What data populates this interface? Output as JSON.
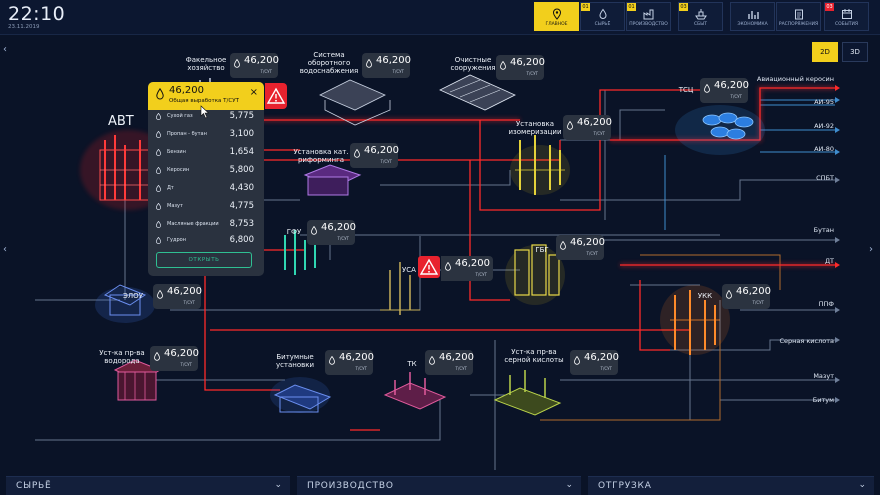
{
  "header": {
    "time": "22:10",
    "date": "23.11.2019"
  },
  "nav": [
    {
      "label": "ГЛАВНОЕ",
      "badge": "",
      "icon": "map-pin-icon",
      "active": true
    },
    {
      "label": "СЫРЬЁ",
      "badge": "01",
      "icon": "drop-icon",
      "active": false
    },
    {
      "label": "ПРОИЗВОДСТВО",
      "badge": "01",
      "icon": "factory-icon",
      "active": false
    },
    {
      "label": "СБЫТ",
      "badge": "03",
      "icon": "tanker-icon",
      "active": false
    },
    {
      "label": "ЭКОНОМИКА",
      "badge": "",
      "icon": "bar-chart-icon",
      "active": false
    },
    {
      "label": "РАСПОРЯЖЕНИЯ",
      "badge": "",
      "icon": "clipboard-icon",
      "active": false
    },
    {
      "label": "СОБЫТИЯ",
      "badge": "03",
      "icon": "calendar-icon",
      "active": false
    }
  ],
  "view_toggle": {
    "v2d": "2D",
    "v3d": "3D"
  },
  "unit": "Т/СУТ",
  "popup": {
    "value": "46,200",
    "subtitle": "Общая выработка Т/СУТ",
    "close": "×",
    "rows": [
      {
        "name": "Сухой газ",
        "value": "5,775"
      },
      {
        "name": "Пропан - бутан",
        "value": "3,100"
      },
      {
        "name": "Бензин",
        "value": "1,654"
      },
      {
        "name": "Керосин",
        "value": "5,800"
      },
      {
        "name": "Дт",
        "value": "4,430"
      },
      {
        "name": "Мазут",
        "value": "4,775"
      },
      {
        "name": "Масляные фракции",
        "value": "8,753"
      },
      {
        "name": "Гудрон",
        "value": "6,800"
      }
    ],
    "open_label": "ОТКРЫТЬ"
  },
  "units": [
    {
      "id": "fakel",
      "name": "Факельное хозяйство",
      "value": "46,200"
    },
    {
      "id": "water",
      "name": "Система оборотного водоснабжения",
      "value": "46,200"
    },
    {
      "id": "treat",
      "name": "Очистные сооружения",
      "value": "46,200"
    },
    {
      "id": "izo",
      "name": "Установка изомеризации",
      "value": "46,200"
    },
    {
      "id": "tsc",
      "name": "ТСЦ",
      "value": "46,200"
    },
    {
      "id": "rif",
      "name": "Установка кат. риформинга",
      "value": "46,200"
    },
    {
      "id": "gfu",
      "name": "ГФУ",
      "value": "46,200"
    },
    {
      "id": "gbg",
      "name": "ГБГ",
      "value": "46,200"
    },
    {
      "id": "usa",
      "name": "УСА",
      "value": "46,200"
    },
    {
      "id": "elou",
      "name": "ЭЛОУ",
      "value": "46,200"
    },
    {
      "id": "ukk",
      "name": "УКК",
      "value": "46,200"
    },
    {
      "id": "h2",
      "name": "Уст-ка пр-ва водорода",
      "value": "46,200"
    },
    {
      "id": "bit",
      "name": "Битумные установки",
      "value": "46,200"
    },
    {
      "id": "tk",
      "name": "ТК",
      "value": "46,200"
    },
    {
      "id": "sk",
      "name": "Уст-ка пр-ва серной кислоты",
      "value": "46,200"
    }
  ],
  "avt_label": "АВТ",
  "products": [
    "Авиационный керосин",
    "АИ-95",
    "АИ-92",
    "АИ-80",
    "СПБТ",
    "Бутан",
    "ДТ",
    "ППФ",
    "Серная кислота",
    "Мазут",
    "Битум"
  ],
  "bottom": {
    "raw": "СЫРЬЁ",
    "prod": "ПРОИЗВОДСТВО",
    "ship": "ОТГРУЗКА"
  },
  "colors": {
    "accent": "#f2cf1c",
    "alert": "#e8222e",
    "background": "#0a1327"
  }
}
